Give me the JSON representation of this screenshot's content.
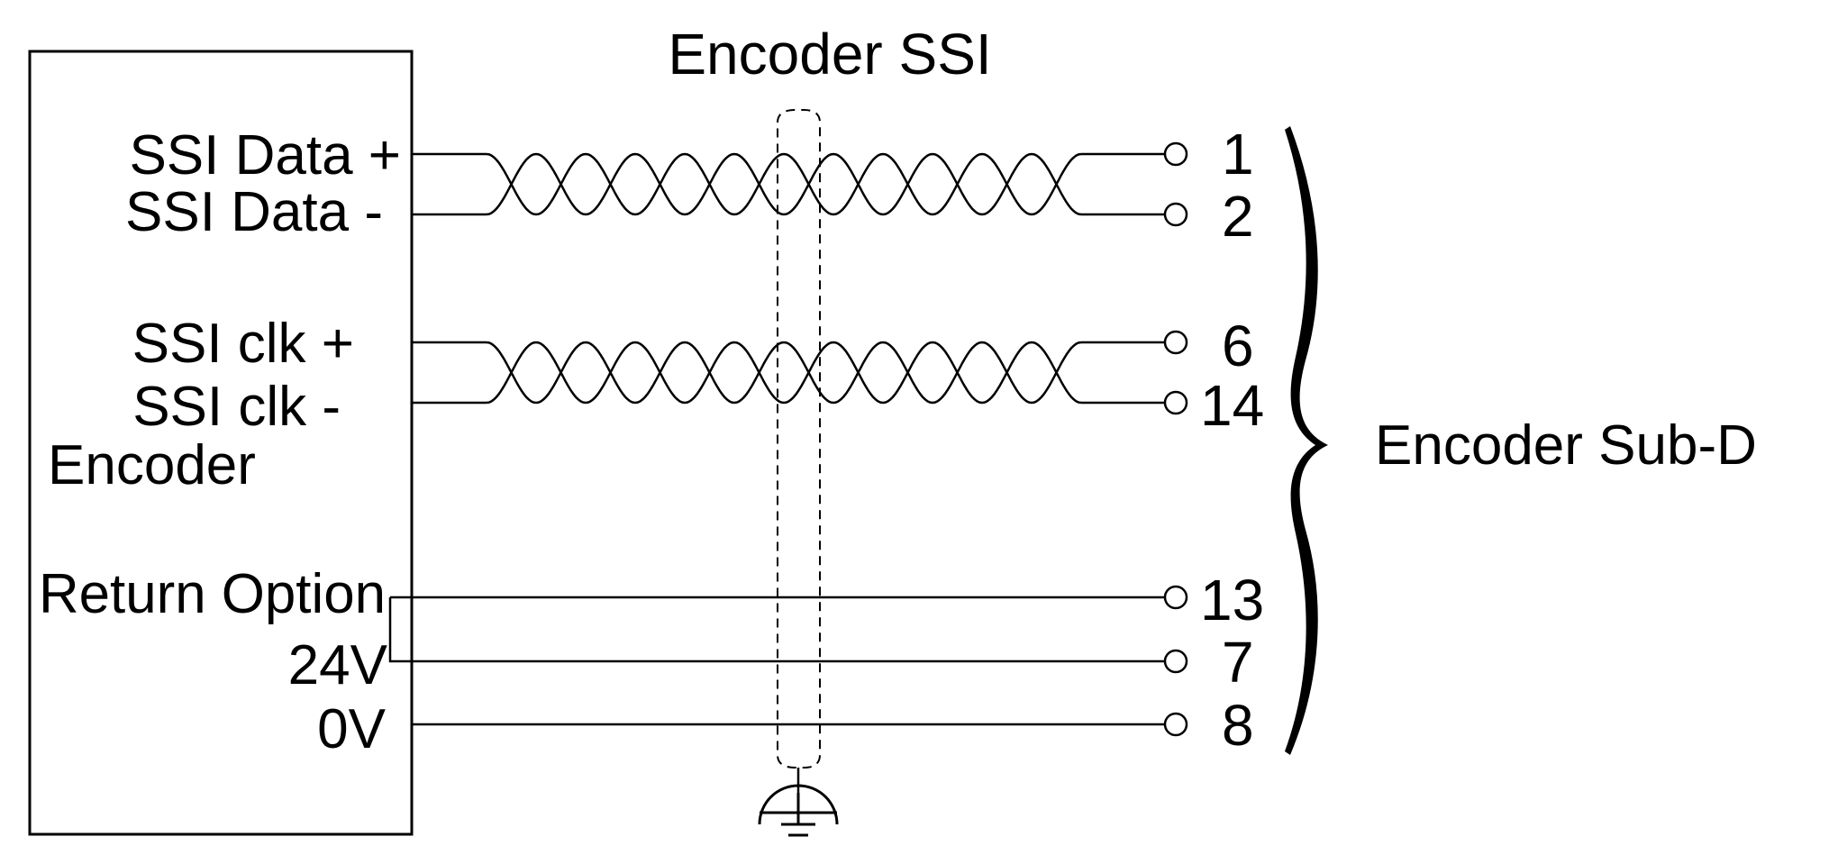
{
  "title": "Encoder SSI",
  "device": {
    "name": "Encoder",
    "signals": {
      "ssi_data_plus": "SSI Data +",
      "ssi_data_minus": "SSI Data -",
      "ssi_clk_plus": "SSI clk +",
      "ssi_clk_minus": "SSI clk -",
      "return_option": "Return Option",
      "v24": "24V",
      "v0": "0V"
    }
  },
  "connector": {
    "name": "Encoder Sub-D",
    "pins": {
      "p1": "1",
      "p2": "2",
      "p6": "6",
      "p14": "14",
      "p13": "13",
      "p7": "7",
      "p8": "8"
    }
  },
  "colors": {
    "line": "#000000",
    "background": "#ffffff"
  },
  "icons": [
    "ground-icon",
    "twisted-pair-icon",
    "terminal-circle-icon",
    "curly-brace-icon"
  ]
}
